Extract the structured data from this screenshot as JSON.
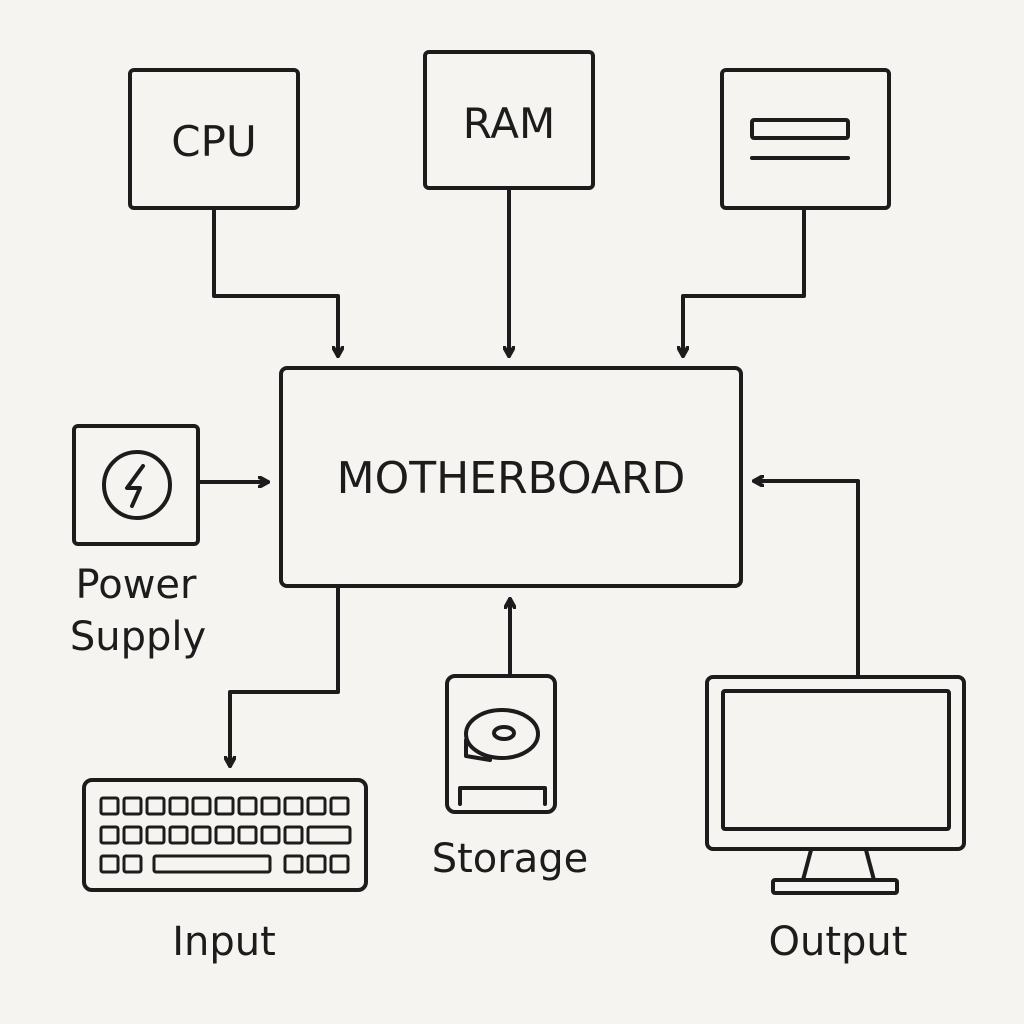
{
  "diagram": {
    "nodes": {
      "cpu": {
        "label": "CPU"
      },
      "ram": {
        "label": "RAM"
      },
      "motherboard": {
        "label": "MOTHERBOARD"
      },
      "power_supply": {
        "label_line1": "Power",
        "label_line2": "Supply",
        "icon": "lightning-bolt"
      },
      "input": {
        "label": "Input",
        "icon": "keyboard"
      },
      "storage": {
        "label": "Storage",
        "icon": "hard-drive"
      },
      "output": {
        "label": "Output",
        "icon": "monitor"
      },
      "expansion_card": {
        "icon": "expansion-card"
      }
    },
    "edges": [
      {
        "from": "cpu",
        "to": "motherboard"
      },
      {
        "from": "ram",
        "to": "motherboard"
      },
      {
        "from": "expansion_card",
        "to": "motherboard"
      },
      {
        "from": "power_supply",
        "to": "motherboard"
      },
      {
        "from": "output",
        "to": "motherboard"
      },
      {
        "from": "storage",
        "to": "motherboard"
      },
      {
        "from": "motherboard",
        "to": "input"
      }
    ],
    "colors": {
      "stroke": "#1c1c1c",
      "background": "#f5f4f1"
    }
  }
}
